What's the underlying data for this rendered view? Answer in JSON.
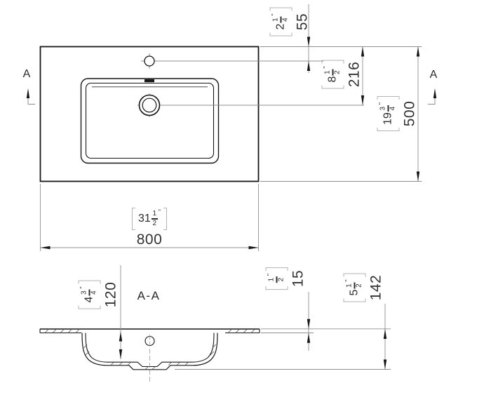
{
  "drawing": {
    "section_label": "A-A",
    "cut_marker_left": "A",
    "cut_marker_right": "A",
    "dims": {
      "faucet_offset": {
        "whole": "2",
        "num": "1",
        "den": "4",
        "unit": "\"",
        "metric": "55"
      },
      "drain_offset": {
        "whole": "8",
        "num": "1",
        "den": "2",
        "unit": "\"",
        "metric": "216"
      },
      "overall_depth": {
        "whole": "19",
        "num": "3",
        "den": "4",
        "unit": "\"",
        "metric": "500"
      },
      "overall_width": {
        "whole": "31",
        "num": "1",
        "den": "2",
        "unit": "\"",
        "metric": "800"
      },
      "basin_depth": {
        "whole": "4",
        "num": "3",
        "den": "4",
        "unit": "\"",
        "metric": "120"
      },
      "rim_thickness": {
        "whole": "",
        "num": "1",
        "den": "2",
        "unit": "\"",
        "metric": "15"
      },
      "overall_height": {
        "whole": "5",
        "num": "1",
        "den": "2",
        "unit": "\"",
        "metric": "142"
      }
    }
  }
}
